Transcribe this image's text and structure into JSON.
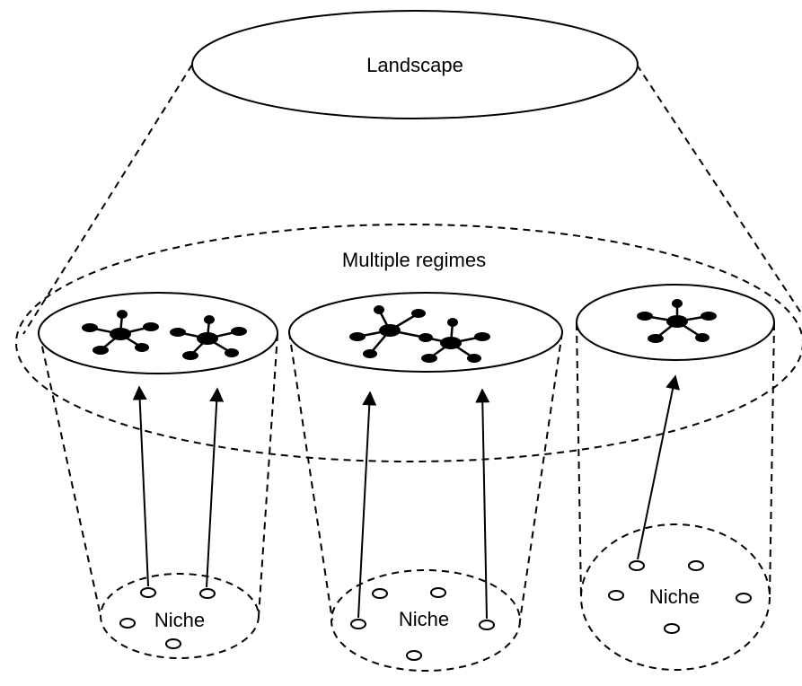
{
  "landscape": {
    "label": "Landscape"
  },
  "regimes": {
    "label": "Multiple regimes",
    "count": 3
  },
  "niches": [
    {
      "label": "Niche"
    },
    {
      "label": "Niche"
    },
    {
      "label": "Niche"
    }
  ],
  "colors": {
    "stroke": "#000000",
    "background": "#ffffff"
  }
}
